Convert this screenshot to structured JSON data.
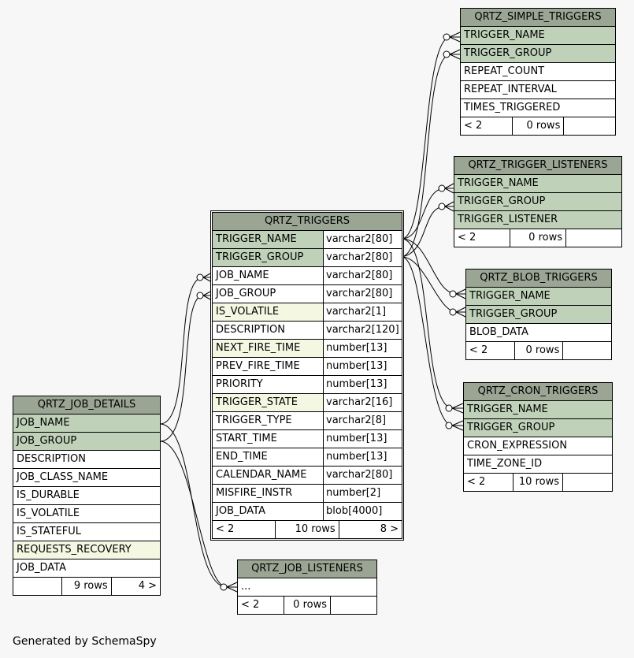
{
  "credit": "Generated by SchemaSpy",
  "tables": {
    "simple": {
      "name": "QRTZ_SIMPLE_TRIGGERS",
      "rows": [
        "TRIGGER_NAME",
        "TRIGGER_GROUP",
        "REPEAT_COUNT",
        "REPEAT_INTERVAL",
        "TIMES_TRIGGERED"
      ],
      "footer": [
        "< 2",
        "0 rows",
        ""
      ]
    },
    "listeners": {
      "name": "QRTZ_TRIGGER_LISTENERS",
      "rows": [
        "TRIGGER_NAME",
        "TRIGGER_GROUP",
        "TRIGGER_LISTENER"
      ],
      "footer": [
        "< 2",
        "0 rows",
        ""
      ]
    },
    "blob": {
      "name": "QRTZ_BLOB_TRIGGERS",
      "rows": [
        "TRIGGER_NAME",
        "TRIGGER_GROUP",
        "BLOB_DATA"
      ],
      "footer": [
        "< 2",
        "0 rows",
        ""
      ]
    },
    "cron": {
      "name": "QRTZ_CRON_TRIGGERS",
      "rows": [
        "TRIGGER_NAME",
        "TRIGGER_GROUP",
        "CRON_EXPRESSION",
        "TIME_ZONE_ID"
      ],
      "footer": [
        "< 2",
        "10 rows",
        ""
      ]
    },
    "triggers": {
      "name": "QRTZ_TRIGGERS",
      "rows": [
        {
          "col": "TRIGGER_NAME",
          "type": "varchar2[80]"
        },
        {
          "col": "TRIGGER_GROUP",
          "type": "varchar2[80]"
        },
        {
          "col": "JOB_NAME",
          "type": "varchar2[80]"
        },
        {
          "col": "JOB_GROUP",
          "type": "varchar2[80]"
        },
        {
          "col": "IS_VOLATILE",
          "type": "varchar2[1]"
        },
        {
          "col": "DESCRIPTION",
          "type": "varchar2[120]"
        },
        {
          "col": "NEXT_FIRE_TIME",
          "type": "number[13]"
        },
        {
          "col": "PREV_FIRE_TIME",
          "type": "number[13]"
        },
        {
          "col": "PRIORITY",
          "type": "number[13]"
        },
        {
          "col": "TRIGGER_STATE",
          "type": "varchar2[16]"
        },
        {
          "col": "TRIGGER_TYPE",
          "type": "varchar2[8]"
        },
        {
          "col": "START_TIME",
          "type": "number[13]"
        },
        {
          "col": "END_TIME",
          "type": "number[13]"
        },
        {
          "col": "CALENDAR_NAME",
          "type": "varchar2[80]"
        },
        {
          "col": "MISFIRE_INSTR",
          "type": "number[2]"
        },
        {
          "col": "JOB_DATA",
          "type": "blob[4000]"
        }
      ],
      "footer": [
        "< 2",
        "10 rows",
        "8 >"
      ]
    },
    "jobdetails": {
      "name": "QRTZ_JOB_DETAILS",
      "rows": [
        "JOB_NAME",
        "JOB_GROUP",
        "DESCRIPTION",
        "JOB_CLASS_NAME",
        "IS_DURABLE",
        "IS_VOLATILE",
        "IS_STATEFUL",
        "REQUESTS_RECOVERY",
        "JOB_DATA"
      ],
      "footer": [
        "",
        "9 rows",
        "4 >"
      ]
    },
    "joblisteners": {
      "name": "QRTZ_JOB_LISTENERS",
      "rows": [
        "..."
      ],
      "footer": [
        "< 2",
        "0 rows",
        ""
      ]
    }
  }
}
